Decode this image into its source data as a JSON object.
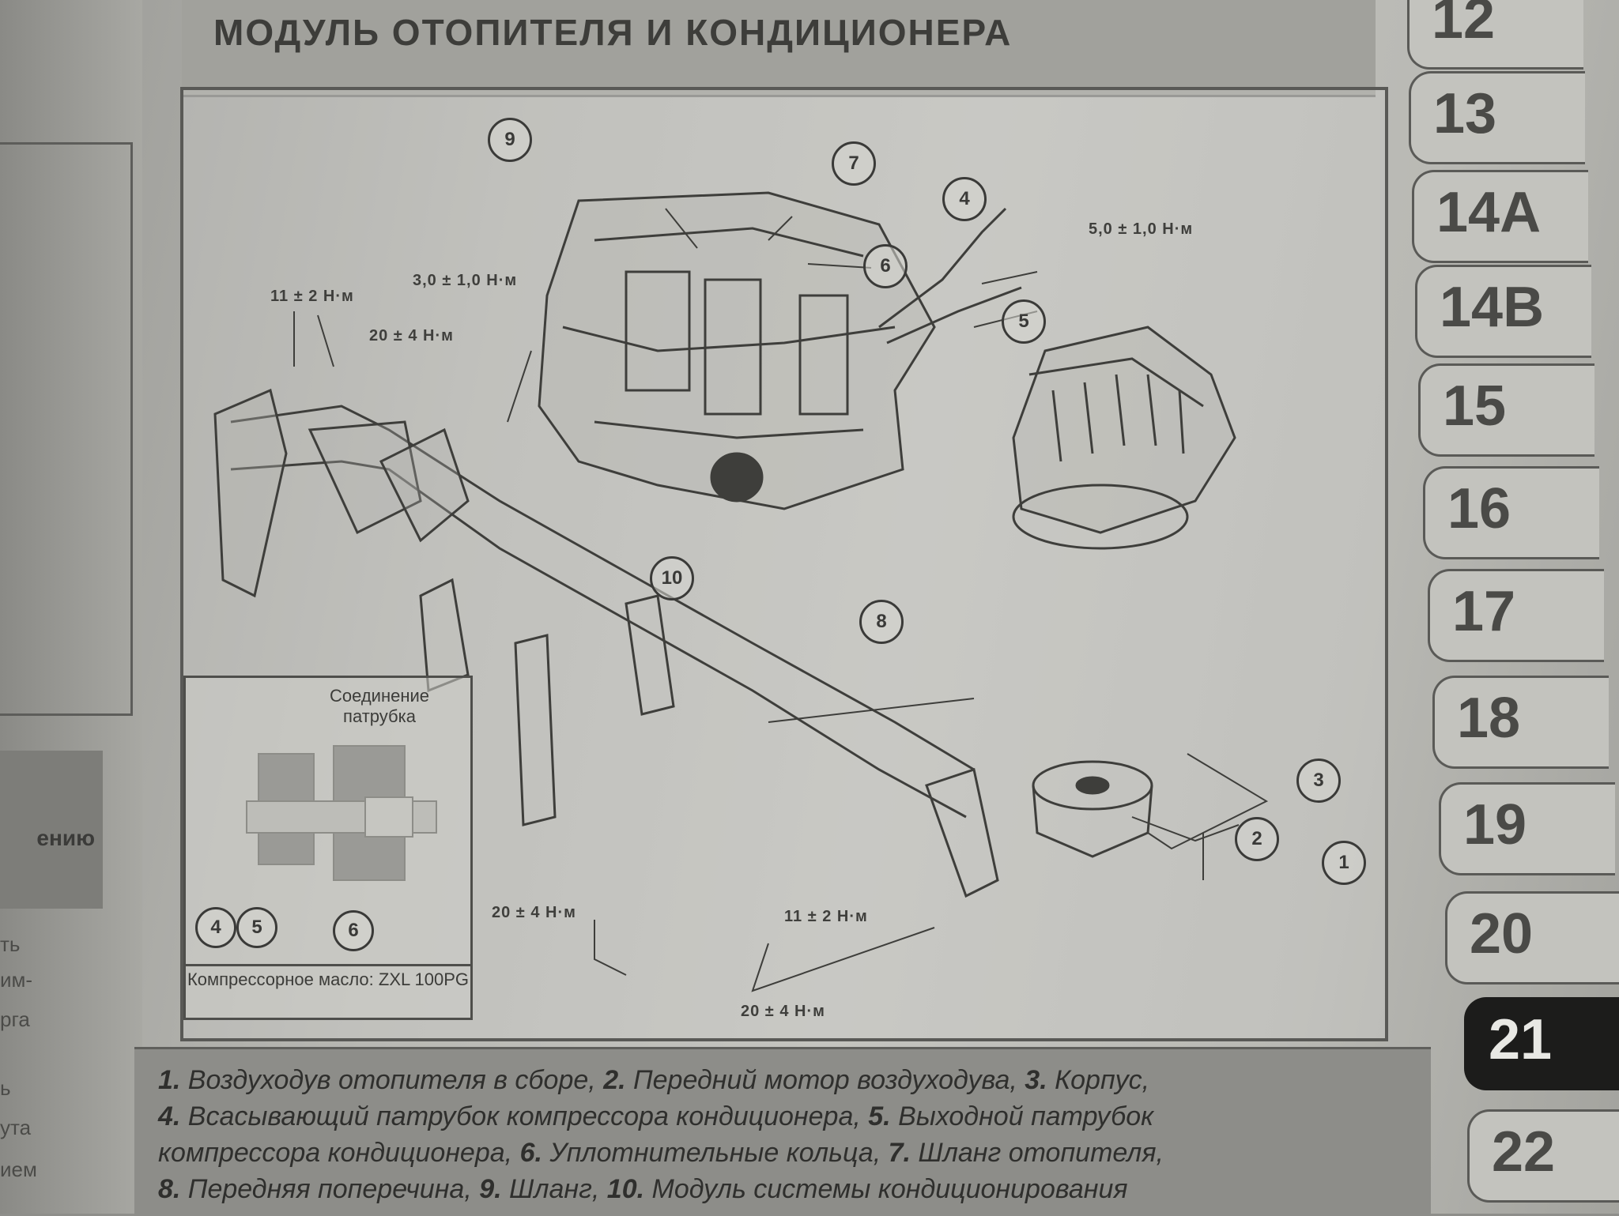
{
  "header": {
    "title": "МОДУЛЬ ОТОПИТЕЛЯ И КОНДИЦИОНЕРА"
  },
  "left_page": {
    "label": "ению",
    "fragments": [
      "ть",
      "им-",
      "рга",
      "ь",
      "ута",
      "ием"
    ]
  },
  "figure": {
    "callouts": [
      "1",
      "2",
      "3",
      "4",
      "5",
      "6",
      "7",
      "8",
      "9",
      "10"
    ],
    "torques": {
      "t1": "11 ± 2 Н·м",
      "t2": "3,0 ± 1,0 Н·м",
      "t3": "20 ± 4 Н·м",
      "t4": "5,0 ± 1,0 Н·м",
      "t5": "20 ± 4 Н·м",
      "t6": "11 ± 2 Н·м",
      "t7": "20 ± 4 Н·м"
    },
    "inset": {
      "title": "Соединение патрубка",
      "callouts": [
        "4",
        "5",
        "6"
      ],
      "caption": "Компрессорное масло: ZXL 100PG"
    }
  },
  "caption_lines": [
    [
      {
        "n": "1.",
        "t": " Воздуходув отопителя в сборе, "
      },
      {
        "n": "2.",
        "t": " Передний мотор воздуходува, "
      },
      {
        "n": "3.",
        "t": " Корпус,"
      }
    ],
    [
      {
        "n": "4.",
        "t": " Всасывающий патрубок компрессора кондиционера, "
      },
      {
        "n": "5.",
        "t": " Выходной патрубок"
      }
    ],
    [
      {
        "n": "",
        "t": "компрессора кондиционера, "
      },
      {
        "n": "6.",
        "t": " Уплотнительные кольца, "
      },
      {
        "n": "7.",
        "t": " Шланг отопителя,"
      }
    ],
    [
      {
        "n": "8.",
        "t": " Передняя поперечина, "
      },
      {
        "n": "9.",
        "t": " Шланг, "
      },
      {
        "n": "10.",
        "t": " Модуль системы кондиционирования"
      }
    ]
  ],
  "tabs": [
    "12",
    "13",
    "14A",
    "14B",
    "15",
    "16",
    "17",
    "18",
    "19",
    "20",
    "21",
    "22"
  ],
  "active_tab": "21"
}
